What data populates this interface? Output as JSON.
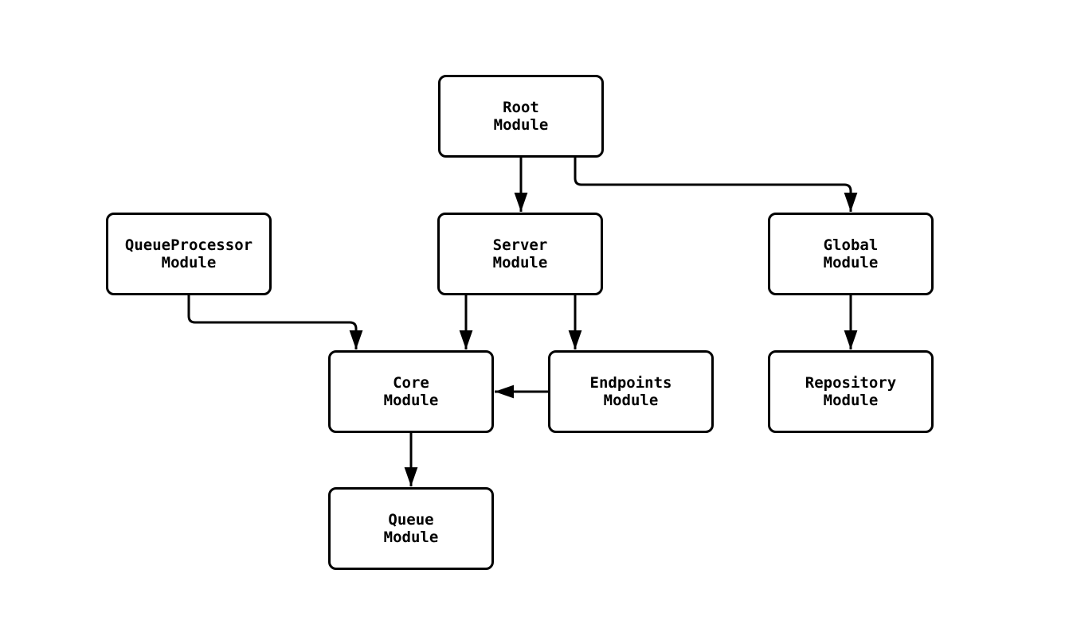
{
  "diagram": {
    "type": "module-dependency-graph",
    "colors": {
      "background": "#ffffff",
      "node_fill": "#ffffff",
      "node_border": "#000000",
      "edge_stroke": "#000000",
      "text": "#000000"
    },
    "nodes": [
      {
        "id": "root",
        "label": "Root\nModule"
      },
      {
        "id": "queueprocessor",
        "label": "QueueProcessor\nModule"
      },
      {
        "id": "server",
        "label": "Server\nModule"
      },
      {
        "id": "global",
        "label": "Global\nModule"
      },
      {
        "id": "core",
        "label": "Core\nModule"
      },
      {
        "id": "endpoints",
        "label": "Endpoints\nModule"
      },
      {
        "id": "repository",
        "label": "Repository\nModule"
      },
      {
        "id": "queue",
        "label": "Queue\nModule"
      }
    ],
    "edges": [
      {
        "from": "root",
        "to": "server"
      },
      {
        "from": "root",
        "to": "global"
      },
      {
        "from": "queueprocessor",
        "to": "core"
      },
      {
        "from": "server",
        "to": "core"
      },
      {
        "from": "server",
        "to": "endpoints"
      },
      {
        "from": "endpoints",
        "to": "core"
      },
      {
        "from": "global",
        "to": "repository"
      },
      {
        "from": "core",
        "to": "queue"
      }
    ]
  }
}
